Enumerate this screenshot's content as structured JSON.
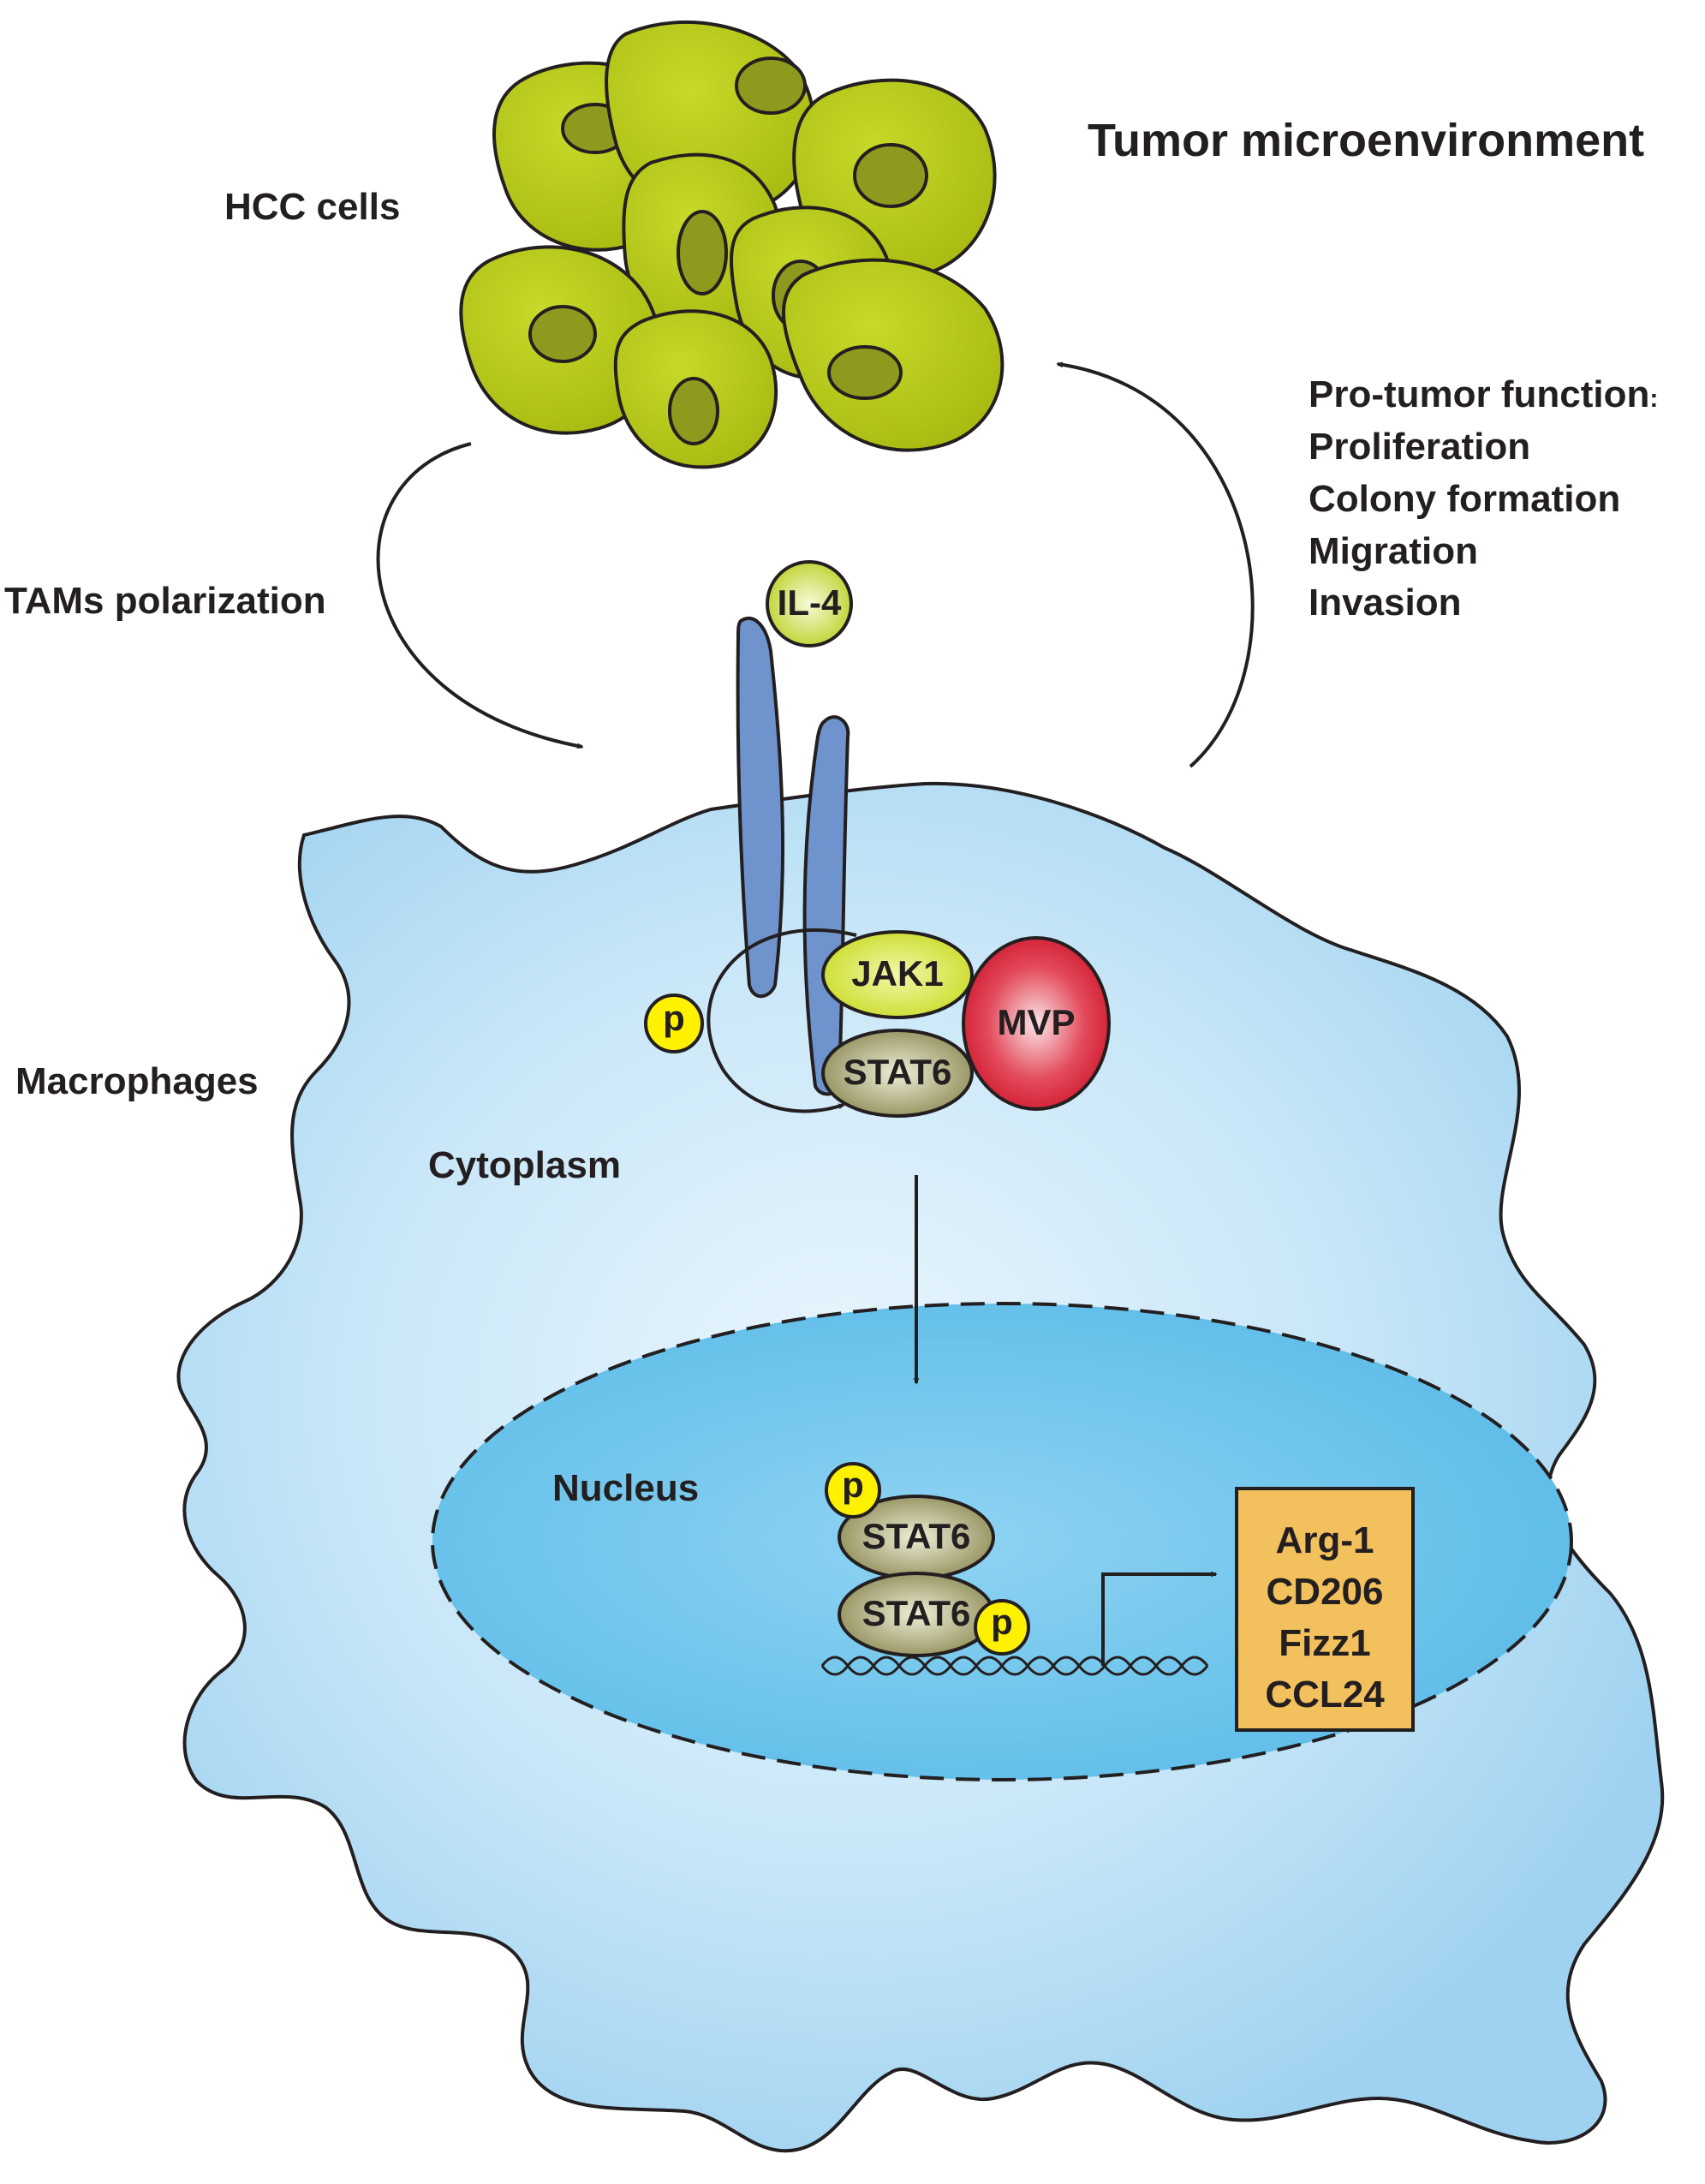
{
  "title": "Tumor microenvironment",
  "labels": {
    "hcc_cells": "HCC cells",
    "tams_polarization": "TAMs polarization",
    "macrophages": "Macrophages",
    "cytoplasm": "Cytoplasm",
    "nucleus": "Nucleus"
  },
  "pro_tumor": {
    "heading": "Pro-tumor function",
    "colon": ":",
    "items": [
      "Proliferation",
      "Colony formation",
      "Migration",
      "Invasion"
    ]
  },
  "molecules": {
    "il4": "IL-4",
    "jak1": "JAK1",
    "mvp": "MVP",
    "stat6": "STAT6",
    "phospho": "p"
  },
  "target_genes": [
    "Arg-1",
    "CD206",
    "Fizz1",
    "CCL24"
  ],
  "colors": {
    "hcc_cell": "#b5c818",
    "hcc_nucleus": "#8e9a1e",
    "membrane_receptor": "#6f93cc",
    "cytoplasm": "#c6e6f8",
    "nucleus": "#6ec6ed",
    "jak1": "#d8e83a",
    "mvp": "#d4152b",
    "stat6": "#8c8a52",
    "phospho": "#fff100",
    "gene_box": "#f2c05c"
  }
}
